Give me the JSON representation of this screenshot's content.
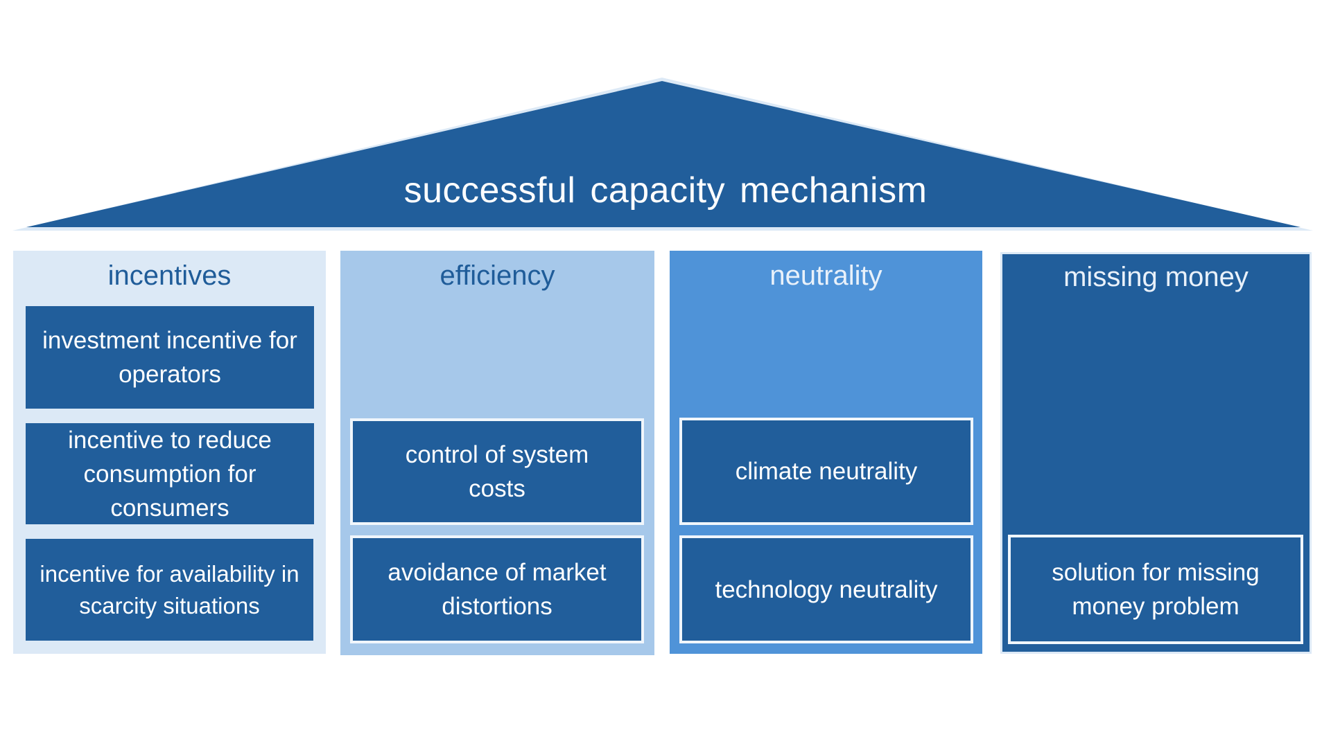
{
  "roof": {
    "title": "successful capacity mechanism",
    "color": "#215e9b"
  },
  "pillars": [
    {
      "title": "incentives",
      "color": "#dce9f6",
      "items": [
        "investment incentive for operators",
        "incentive to reduce consumption for consumers",
        "incentive  for availability in scarcity situations"
      ]
    },
    {
      "title": "efficiency",
      "color": "#a6c8ea",
      "items": [
        "control of system costs",
        "avoidance of market distortions"
      ]
    },
    {
      "title": "neutrality",
      "color": "#4f93d8",
      "items": [
        "climate neutrality",
        "technology neutrality"
      ]
    },
    {
      "title": "missing money",
      "color": "#215e9b",
      "items": [
        "solution for missing money problem"
      ]
    }
  ],
  "colors": {
    "box": "#215e9b",
    "box_text": "#ffffff",
    "dark_title": "#1f5c99"
  }
}
